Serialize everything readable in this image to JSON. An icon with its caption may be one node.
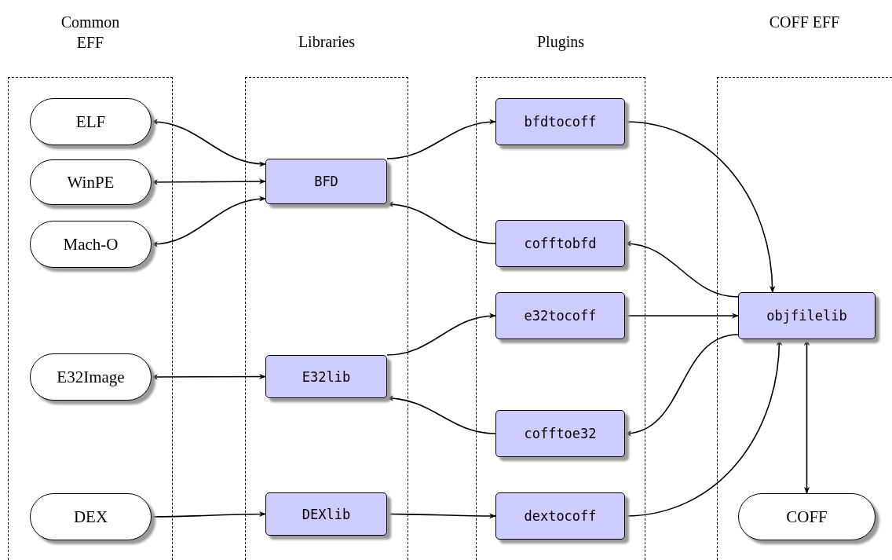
{
  "diagram": {
    "nodes": [
      {
        "text": [
          "Common EFF"
        ]
      },
      {
        "text": [
          "ELF"
        ],
        "in": 0
      },
      {
        "text": [
          "WinPE"
        ],
        "in": 0
      },
      {
        "text": [
          "Mach-O"
        ],
        "in": 0
      },
      {
        "text": [
          "E32Image"
        ],
        "in": 0
      },
      {
        "text": [
          "DEX"
        ],
        "in": 0
      },
      {
        "text": [
          "Libraries"
        ]
      },
      {
        "text": [
          "BFD"
        ],
        "in": 6
      },
      {
        "text": [
          "E32lib"
        ],
        "in": 6
      },
      {
        "text": [
          "DEXlib"
        ],
        "in": 6
      },
      {
        "text": [
          "Plugins"
        ]
      },
      {
        "text": [
          "bfdtocoff"
        ],
        "in": 10
      },
      {
        "text": [
          "cofftobfd"
        ],
        "in": 10
      },
      {
        "text": [
          "e32tocoff"
        ],
        "in": 10
      },
      {
        "text": [
          "cofftoe32"
        ],
        "in": 10
      },
      {
        "text": [
          "dextocoff"
        ],
        "in": 10
      },
      {
        "text": [
          "COFF EFF"
        ]
      },
      {
        "text": [
          "objfilelib"
        ],
        "in": 16
      },
      {
        "text": [
          "COFF"
        ],
        "in": 16
      }
    ],
    "edges": [
      {
        "from": 1,
        "to": 7,
        "arrow": "both"
      },
      {
        "from": 2,
        "to": 7,
        "arrow": "both"
      },
      {
        "from": 3,
        "to": 7,
        "arrow": "both"
      },
      {
        "from": 4,
        "to": 8,
        "arrow": "both"
      },
      {
        "from": 5,
        "to": 9,
        "arrow": "to"
      },
      {
        "from": 7,
        "to": 11,
        "arrow": "to"
      },
      {
        "from": 12,
        "to": 7,
        "arrow": "to"
      },
      {
        "from": 8,
        "to": 13,
        "arrow": "to"
      },
      {
        "from": 14,
        "to": 8,
        "arrow": "to"
      },
      {
        "from": 9,
        "to": 15,
        "arrow": "to"
      },
      {
        "from": 11,
        "to": 17,
        "arrow": "to"
      },
      {
        "from": 17,
        "to": 12,
        "arrow": "to"
      },
      {
        "from": 13,
        "to": 17,
        "arrow": "to"
      },
      {
        "from": 17,
        "to": 14,
        "arrow": "to"
      },
      {
        "from": 15,
        "to": 17,
        "arrow": "to"
      },
      {
        "from": 17,
        "to": 18,
        "arrow": "both"
      }
    ]
  }
}
